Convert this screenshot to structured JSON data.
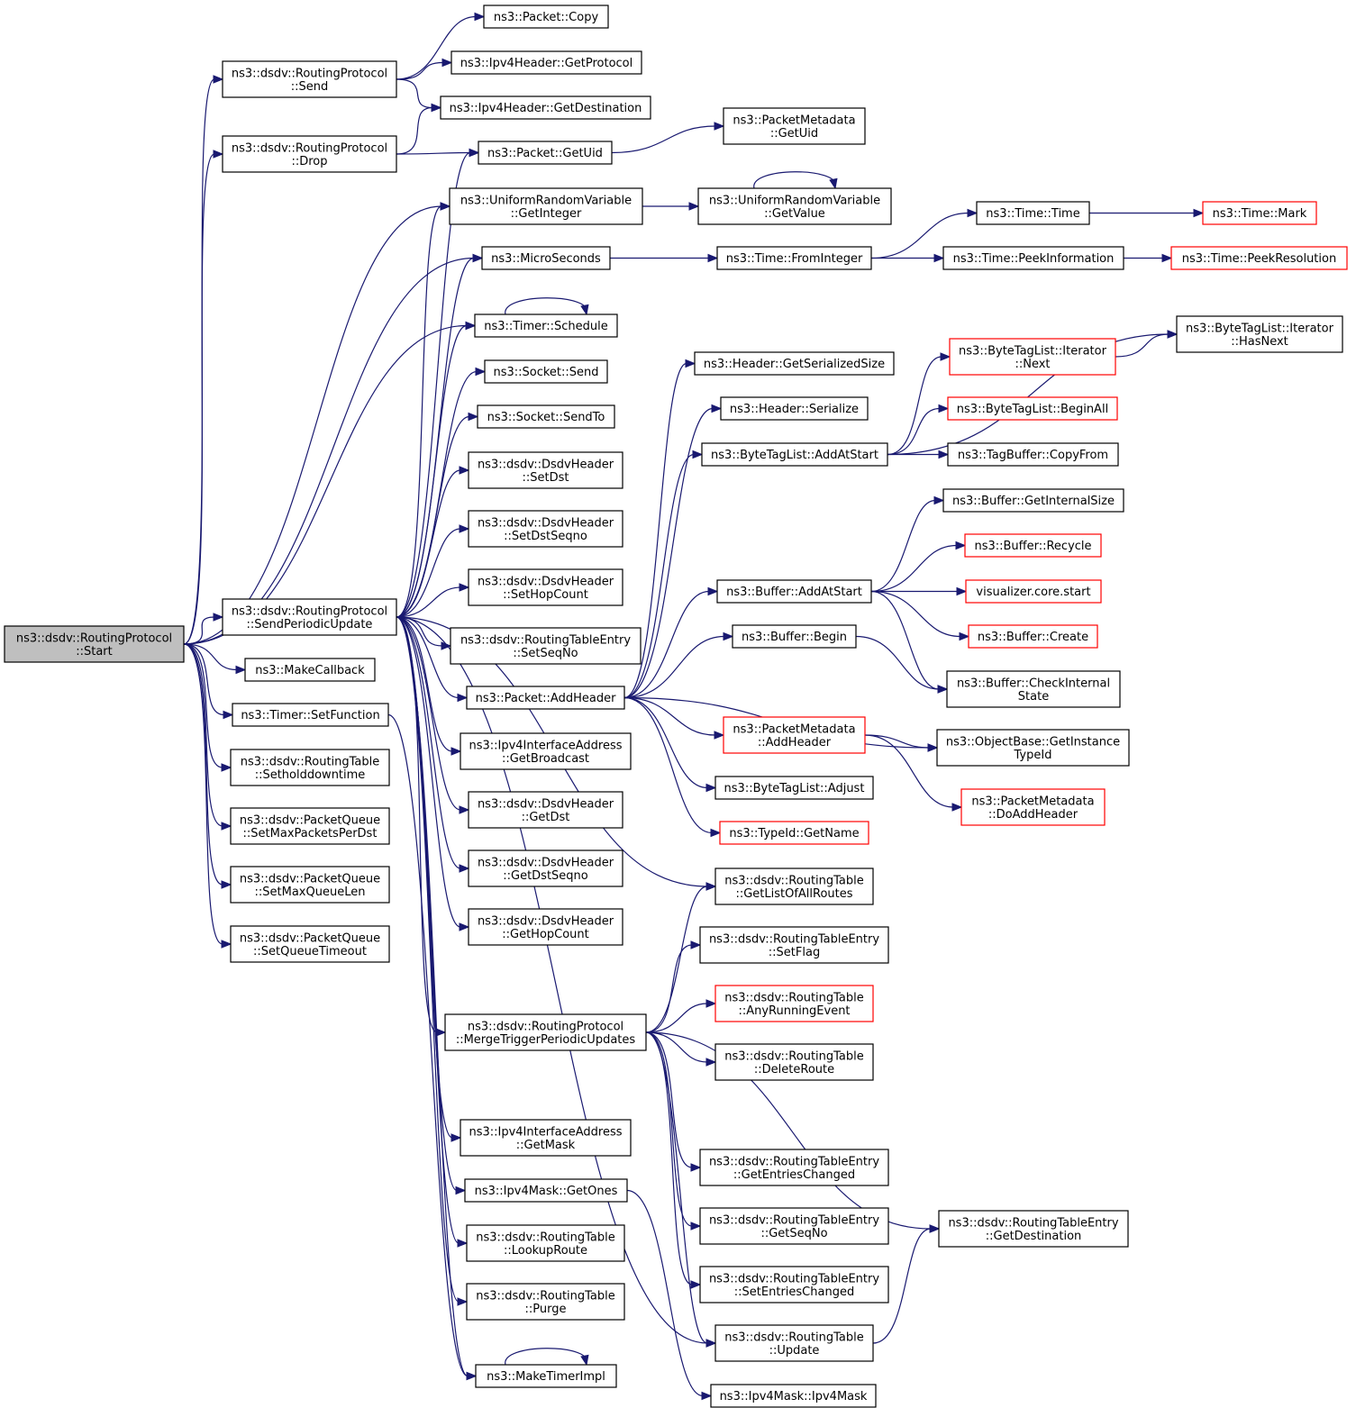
{
  "diagram": {
    "kind": "doxygen call graph",
    "colors": {
      "edge": "#191970",
      "root_fill": "#bfbfbf",
      "truncated_border": "#ff0000",
      "border": "#000000"
    },
    "nodes": [
      {
        "id": "start",
        "lines": [
          "ns3::dsdv::RoutingProtocol",
          "::Start"
        ],
        "root": true
      },
      {
        "id": "send",
        "lines": [
          "ns3::dsdv::RoutingProtocol",
          "::Send"
        ]
      },
      {
        "id": "drop",
        "lines": [
          "ns3::dsdv::RoutingProtocol",
          "::Drop"
        ]
      },
      {
        "id": "spu",
        "lines": [
          "ns3::dsdv::RoutingProtocol",
          "::SendPeriodicUpdate"
        ]
      },
      {
        "id": "makecb",
        "lines": [
          "ns3::MakeCallback"
        ]
      },
      {
        "id": "setfunc",
        "lines": [
          "ns3::Timer::SetFunction"
        ]
      },
      {
        "id": "sethold",
        "lines": [
          "ns3::dsdv::RoutingTable",
          "::Setholddowntime"
        ]
      },
      {
        "id": "setmaxpkt",
        "lines": [
          "ns3::dsdv::PacketQueue",
          "::SetMaxPacketsPerDst"
        ]
      },
      {
        "id": "setmaxq",
        "lines": [
          "ns3::dsdv::PacketQueue",
          "::SetMaxQueueLen"
        ]
      },
      {
        "id": "setqto",
        "lines": [
          "ns3::dsdv::PacketQueue",
          "::SetQueueTimeout"
        ]
      },
      {
        "id": "pktcopy",
        "lines": [
          "ns3::Packet::Copy"
        ]
      },
      {
        "id": "getproto",
        "lines": [
          "ns3::Ipv4Header::GetProtocol"
        ]
      },
      {
        "id": "getdest",
        "lines": [
          "ns3::Ipv4Header::GetDestination"
        ]
      },
      {
        "id": "getuid",
        "lines": [
          "ns3::Packet::GetUid"
        ]
      },
      {
        "id": "urvint",
        "lines": [
          "ns3::UniformRandomVariable",
          "::GetInteger"
        ]
      },
      {
        "id": "micro",
        "lines": [
          "ns3::MicroSeconds"
        ]
      },
      {
        "id": "sched",
        "lines": [
          "ns3::Timer::Schedule"
        ]
      },
      {
        "id": "socksend",
        "lines": [
          "ns3::Socket::Send"
        ]
      },
      {
        "id": "socksendto",
        "lines": [
          "ns3::Socket::SendTo"
        ]
      },
      {
        "id": "setdst",
        "lines": [
          "ns3::dsdv::DsdvHeader",
          "::SetDst"
        ]
      },
      {
        "id": "setdstseq",
        "lines": [
          "ns3::dsdv::DsdvHeader",
          "::SetDstSeqno"
        ]
      },
      {
        "id": "sethop",
        "lines": [
          "ns3::dsdv::DsdvHeader",
          "::SetHopCount"
        ]
      },
      {
        "id": "rteseqno",
        "lines": [
          "ns3::dsdv::RoutingTableEntry",
          "::SetSeqNo"
        ]
      },
      {
        "id": "addheader",
        "lines": [
          "ns3::Packet::AddHeader"
        ]
      },
      {
        "id": "ifbcast",
        "lines": [
          "ns3::Ipv4InterfaceAddress",
          "::GetBroadcast"
        ]
      },
      {
        "id": "getdst",
        "lines": [
          "ns3::dsdv::DsdvHeader",
          "::GetDst"
        ]
      },
      {
        "id": "getdstseq",
        "lines": [
          "ns3::dsdv::DsdvHeader",
          "::GetDstSeqno"
        ]
      },
      {
        "id": "gethop",
        "lines": [
          "ns3::dsdv::DsdvHeader",
          "::GetHopCount"
        ]
      },
      {
        "id": "merge",
        "lines": [
          "ns3::dsdv::RoutingProtocol",
          "::MergeTriggerPeriodicUpdates"
        ]
      },
      {
        "id": "ifmask",
        "lines": [
          "ns3::Ipv4InterfaceAddress",
          "::GetMask"
        ]
      },
      {
        "id": "getones",
        "lines": [
          "ns3::Ipv4Mask::GetOnes"
        ]
      },
      {
        "id": "lookup",
        "lines": [
          "ns3::dsdv::RoutingTable",
          "::LookupRoute"
        ]
      },
      {
        "id": "purge",
        "lines": [
          "ns3::dsdv::RoutingTable",
          "::Purge"
        ]
      },
      {
        "id": "mktimer",
        "lines": [
          "ns3::MakeTimerImpl"
        ]
      },
      {
        "id": "pmuid",
        "lines": [
          "ns3::PacketMetadata",
          "::GetUid"
        ]
      },
      {
        "id": "urvval",
        "lines": [
          "ns3::UniformRandomVariable",
          "::GetValue"
        ]
      },
      {
        "id": "fromint",
        "lines": [
          "ns3::Time::FromInteger"
        ]
      },
      {
        "id": "hdrsize",
        "lines": [
          "ns3::Header::GetSerializedSize"
        ]
      },
      {
        "id": "hdrser",
        "lines": [
          "ns3::Header::Serialize"
        ]
      },
      {
        "id": "btladd",
        "lines": [
          "ns3::ByteTagList::AddAtStart"
        ]
      },
      {
        "id": "bufadd",
        "lines": [
          "ns3::Buffer::AddAtStart"
        ]
      },
      {
        "id": "bufbegin",
        "lines": [
          "ns3::Buffer::Begin"
        ]
      },
      {
        "id": "pmadd",
        "lines": [
          "ns3::PacketMetadata",
          "::AddHeader"
        ],
        "truncated": true
      },
      {
        "id": "btladj",
        "lines": [
          "ns3::ByteTagList::Adjust"
        ]
      },
      {
        "id": "typename",
        "lines": [
          "ns3::TypeId::GetName"
        ],
        "truncated": true
      },
      {
        "id": "rtall",
        "lines": [
          "ns3::dsdv::RoutingTable",
          "::GetListOfAllRoutes"
        ]
      },
      {
        "id": "rteflag",
        "lines": [
          "ns3::dsdv::RoutingTableEntry",
          "::SetFlag"
        ]
      },
      {
        "id": "anyrun",
        "lines": [
          "ns3::dsdv::RoutingTable",
          "::AnyRunningEvent"
        ],
        "truncated": true
      },
      {
        "id": "delroute",
        "lines": [
          "ns3::dsdv::RoutingTable",
          "::DeleteRoute"
        ]
      },
      {
        "id": "rtegetch",
        "lines": [
          "ns3::dsdv::RoutingTableEntry",
          "::GetEntriesChanged"
        ]
      },
      {
        "id": "rtegetseq",
        "lines": [
          "ns3::dsdv::RoutingTableEntry",
          "::GetSeqNo"
        ]
      },
      {
        "id": "rtesetch",
        "lines": [
          "ns3::dsdv::RoutingTableEntry",
          "::SetEntriesChanged"
        ]
      },
      {
        "id": "rtupdate",
        "lines": [
          "ns3::dsdv::RoutingTable",
          "::Update"
        ]
      },
      {
        "id": "maskctor",
        "lines": [
          "ns3::Ipv4Mask::Ipv4Mask"
        ]
      },
      {
        "id": "timetime",
        "lines": [
          "ns3::Time::Time"
        ]
      },
      {
        "id": "peekinfo",
        "lines": [
          "ns3::Time::PeekInformation"
        ]
      },
      {
        "id": "btlnext",
        "lines": [
          "ns3::ByteTagList::Iterator",
          "::Next"
        ],
        "truncated": true
      },
      {
        "id": "btlbegin",
        "lines": [
          "ns3::ByteTagList::BeginAll"
        ],
        "truncated": true
      },
      {
        "id": "tagcopy",
        "lines": [
          "ns3::TagBuffer::CopyFrom"
        ]
      },
      {
        "id": "bufint",
        "lines": [
          "ns3::Buffer::GetInternalSize"
        ]
      },
      {
        "id": "bufrec",
        "lines": [
          "ns3::Buffer::Recycle"
        ],
        "truncated": true
      },
      {
        "id": "vizstart",
        "lines": [
          "visualizer.core.start"
        ],
        "truncated": true
      },
      {
        "id": "bufcreate",
        "lines": [
          "ns3::Buffer::Create"
        ],
        "truncated": true
      },
      {
        "id": "bufcheck",
        "lines": [
          "ns3::Buffer::CheckInternal",
          "State"
        ]
      },
      {
        "id": "objtid",
        "lines": [
          "ns3::ObjectBase::GetInstance",
          "TypeId"
        ]
      },
      {
        "id": "pmdoadd",
        "lines": [
          "ns3::PacketMetadata",
          "::DoAddHeader"
        ],
        "truncated": true
      },
      {
        "id": "rtegetdest",
        "lines": [
          "ns3::dsdv::RoutingTableEntry",
          "::GetDestination"
        ]
      },
      {
        "id": "timemark",
        "lines": [
          "ns3::Time::Mark"
        ],
        "truncated": true
      },
      {
        "id": "peekres",
        "lines": [
          "ns3::Time::PeekResolution"
        ],
        "truncated": true
      },
      {
        "id": "btlhasnext",
        "lines": [
          "ns3::ByteTagList::Iterator",
          "::HasNext"
        ]
      }
    ],
    "edges": [
      [
        "start",
        "send"
      ],
      [
        "start",
        "drop"
      ],
      [
        "start",
        "spu"
      ],
      [
        "start",
        "makecb"
      ],
      [
        "start",
        "setfunc"
      ],
      [
        "start",
        "sethold"
      ],
      [
        "start",
        "setmaxpkt"
      ],
      [
        "start",
        "setmaxq"
      ],
      [
        "start",
        "setqto"
      ],
      [
        "start",
        "urvint"
      ],
      [
        "start",
        "micro"
      ],
      [
        "start",
        "sched"
      ],
      [
        "send",
        "pktcopy"
      ],
      [
        "send",
        "getproto"
      ],
      [
        "send",
        "getdest"
      ],
      [
        "drop",
        "getdest"
      ],
      [
        "drop",
        "getuid"
      ],
      [
        "spu",
        "getuid"
      ],
      [
        "spu",
        "urvint"
      ],
      [
        "spu",
        "micro"
      ],
      [
        "spu",
        "sched"
      ],
      [
        "spu",
        "socksend"
      ],
      [
        "spu",
        "socksendto"
      ],
      [
        "spu",
        "setdst"
      ],
      [
        "spu",
        "setdstseq"
      ],
      [
        "spu",
        "sethop"
      ],
      [
        "spu",
        "rteseqno"
      ],
      [
        "spu",
        "addheader"
      ],
      [
        "spu",
        "ifbcast"
      ],
      [
        "spu",
        "getdst"
      ],
      [
        "spu",
        "getdstseq"
      ],
      [
        "spu",
        "gethop"
      ],
      [
        "spu",
        "merge"
      ],
      [
        "spu",
        "ifmask"
      ],
      [
        "spu",
        "getones"
      ],
      [
        "spu",
        "lookup"
      ],
      [
        "spu",
        "purge"
      ],
      [
        "spu",
        "mktimer"
      ],
      [
        "spu",
        "rtall"
      ],
      [
        "spu",
        "rtupdate"
      ],
      [
        "setfunc",
        "mktimer"
      ],
      [
        "getuid",
        "pmuid"
      ],
      [
        "urvint",
        "urvval"
      ],
      [
        "urvval",
        "urvval"
      ],
      [
        "micro",
        "fromint"
      ],
      [
        "sched",
        "sched"
      ],
      [
        "mktimer",
        "mktimer"
      ],
      [
        "fromint",
        "timetime"
      ],
      [
        "fromint",
        "peekinfo"
      ],
      [
        "timetime",
        "timemark"
      ],
      [
        "peekinfo",
        "peekres"
      ],
      [
        "addheader",
        "hdrsize"
      ],
      [
        "addheader",
        "hdrser"
      ],
      [
        "addheader",
        "btladd"
      ],
      [
        "addheader",
        "bufadd"
      ],
      [
        "addheader",
        "bufbegin"
      ],
      [
        "addheader",
        "pmadd"
      ],
      [
        "addheader",
        "btladj"
      ],
      [
        "addheader",
        "typename"
      ],
      [
        "addheader",
        "objtid"
      ],
      [
        "btladd",
        "btlhasnext"
      ],
      [
        "btladd",
        "btlnext"
      ],
      [
        "btladd",
        "btlbegin"
      ],
      [
        "btladd",
        "tagcopy"
      ],
      [
        "btlnext",
        "btlhasnext"
      ],
      [
        "bufadd",
        "bufint"
      ],
      [
        "bufadd",
        "bufrec"
      ],
      [
        "bufadd",
        "vizstart"
      ],
      [
        "bufadd",
        "bufcreate"
      ],
      [
        "bufadd",
        "bufcheck"
      ],
      [
        "bufbegin",
        "bufcheck"
      ],
      [
        "pmadd",
        "objtid"
      ],
      [
        "pmadd",
        "pmdoadd"
      ],
      [
        "merge",
        "rtall"
      ],
      [
        "merge",
        "rteflag"
      ],
      [
        "merge",
        "anyrun"
      ],
      [
        "merge",
        "delroute"
      ],
      [
        "merge",
        "rtegetch"
      ],
      [
        "merge",
        "rtegetseq"
      ],
      [
        "merge",
        "rtesetch"
      ],
      [
        "merge",
        "rtupdate"
      ],
      [
        "merge",
        "rtegetdest"
      ],
      [
        "rtupdate",
        "rtegetdest"
      ],
      [
        "getones",
        "maskctor"
      ]
    ]
  }
}
